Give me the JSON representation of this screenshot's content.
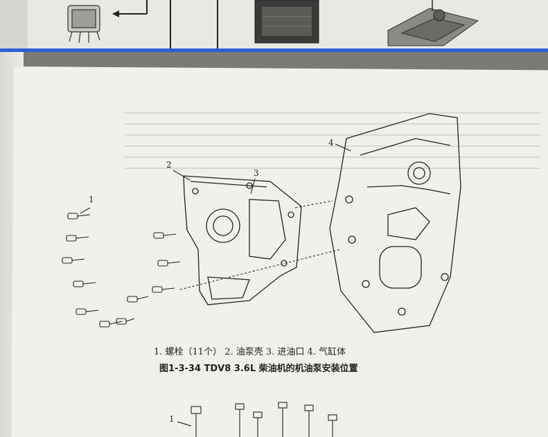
{
  "figure": {
    "callouts": [
      "1",
      "2",
      "3",
      "4"
    ],
    "legend_line": "1. 螺栓（11个）   2. 油泵壳   3. 进油口   4. 气缸体",
    "title": "图1-3-34    TDV8  3.6L 柴油机的机油泵安装位置"
  },
  "lower_figure": {
    "callout": "1"
  },
  "colors": {
    "page": "#f1f0ec",
    "ink": "#222222",
    "accent_line": "#2c5fd6"
  }
}
